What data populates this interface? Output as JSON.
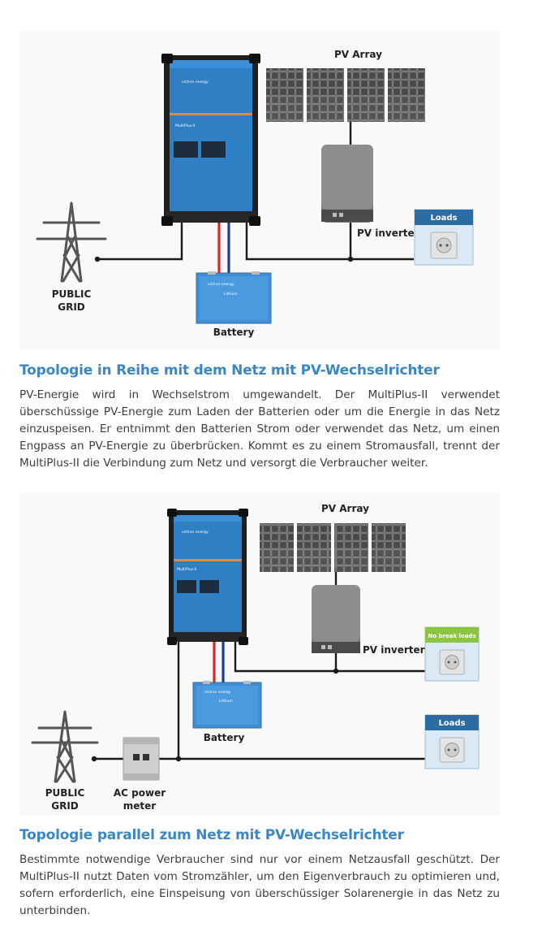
{
  "diagram1": {
    "pv_array": "PV Array",
    "pv_inverter": "PV inverter",
    "loads": "Loads",
    "public_grid_line1": "PUBLIC",
    "public_grid_line2": "GRID",
    "battery": "Battery",
    "inverter_brand": "victron energy",
    "inverter_model": "MultiPlus-II",
    "battery_brand": "victron energy",
    "battery_type": "Lithium"
  },
  "section1": {
    "title": "Topologie in Reihe mit dem Netz mit PV-Wechselrichter",
    "body": "PV-Energie wird in Wechselstrom umgewandelt. Der MultiPlus-II verwendet überschüssige PV-Energie zum Laden der Batterien oder um die Energie in das Netz einzuspeisen. Er entnimmt den Batterien Strom oder verwendet das Netz, um einen Engpass an PV-Energie zu überbrücken. Kommt es zu einem Stromausfall, trennt der MultiPlus-II die Verbindung zum Netz und versorgt die Verbraucher weiter."
  },
  "diagram2": {
    "pv_array": "PV Array",
    "pv_inverter": "PV inverter",
    "no_break_loads": "No break loads",
    "loads": "Loads",
    "public_grid_line1": "PUBLIC",
    "public_grid_line2": "GRID",
    "battery": "Battery",
    "ac_meter_line1": "AC power",
    "ac_meter_line2": "meter",
    "inverter_brand": "victron energy",
    "inverter_model": "MultiPlus-II",
    "battery_brand": "victron energy",
    "battery_type": "Lithium"
  },
  "section2": {
    "title": "Topologie parallel zum Netz mit PV-Wechselrichter",
    "body": "Bestimmte notwendige Verbraucher sind nur vor einem Netzausfall geschützt. Der MultiPlus-II nutzt Daten vom Stromzähler, um den Eigenverbrauch zu optimieren und, sofern erforderlich, eine Einspeisung von überschüssiger Solarenergie in das Netz zu unterbinden."
  },
  "colors": {
    "title": "#3a87c6",
    "victron_blue": "#2f7fc4",
    "loads_header": "#2c6ca5",
    "no_break_header": "#8cc63f",
    "dc_positive": "#d62828",
    "dc_negative": "#1d3f8f"
  }
}
